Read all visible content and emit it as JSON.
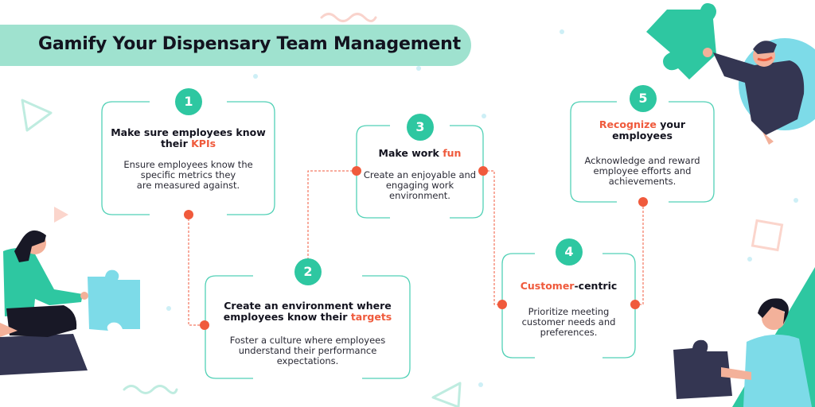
{
  "title": "Gamify Your Dispensary Team Management",
  "colors": {
    "accent_green": "#2ec7a1",
    "highlight_orange": "#ef5a3c",
    "banner_mint": "#9fe2cf",
    "connector_red": "#f05a3c",
    "navy": "#343652"
  },
  "steps": [
    {
      "number": "1",
      "title_a": "Make sure employees know",
      "title_b": "their ",
      "title_hl": "KPIs",
      "title_c": "",
      "body": [
        "Ensure employees know the",
        "specific metrics they",
        "are measured against."
      ]
    },
    {
      "number": "2",
      "title_a": "Create an environment where",
      "title_b": "employees know their ",
      "title_hl": "targets",
      "title_c": "",
      "body": [
        "Foster a culture where employees",
        "understand their performance",
        "expectations."
      ]
    },
    {
      "number": "3",
      "title_a": "",
      "title_b": "Make work ",
      "title_hl": "fun",
      "title_c": "",
      "body": [
        "Create an enjoyable and",
        "engaging work",
        "environment."
      ]
    },
    {
      "number": "4",
      "title_a": "",
      "title_b": "",
      "title_hl": "Customer",
      "title_c": "-centric",
      "body": [
        "Prioritize meeting",
        "customer needs and",
        "preferences."
      ]
    },
    {
      "number": "5",
      "title_a": "",
      "title_b": "",
      "title_hl": "Recognize",
      "title_c": " your",
      "title_d": "employees",
      "body": [
        "Acknowledge and reward",
        "employee efforts and",
        "achievements."
      ]
    }
  ]
}
